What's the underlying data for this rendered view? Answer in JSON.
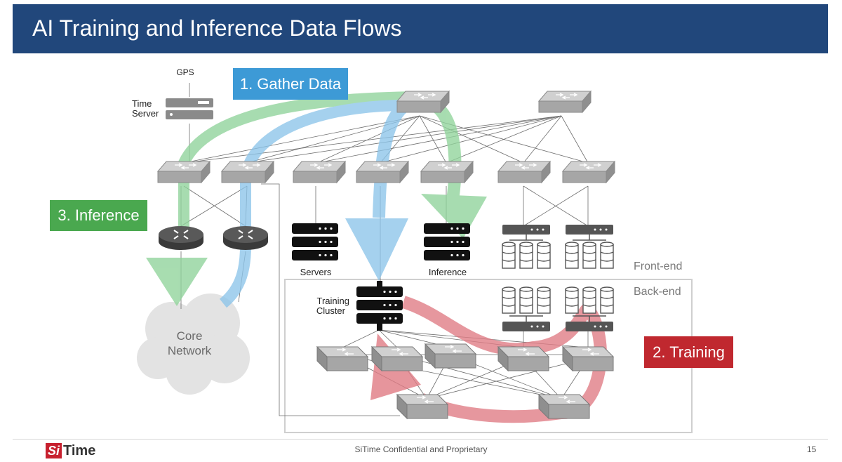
{
  "slide": {
    "title": "AI Training and Inference Data Flows",
    "footer_text": "SiTime Confidential and Proprietary",
    "page_number": "15",
    "logo": {
      "si": "Si",
      "time": "Time"
    }
  },
  "callouts": {
    "gather": {
      "label": "1. Gather Data",
      "color": "#3d9ad6"
    },
    "training": {
      "label": "2. Training",
      "color": "#c0282f"
    },
    "inference": {
      "label": "3. Inference",
      "color": "#4aa84f"
    }
  },
  "labels": {
    "gps": "GPS",
    "time_server": [
      "Time",
      "Server"
    ],
    "core_network": [
      "Core",
      "Network"
    ],
    "servers": "Servers",
    "inference": "Inference",
    "training_cluster": [
      "Training",
      "Cluster"
    ],
    "front_end": "Front-end",
    "back_end": "Back-end"
  },
  "colors": {
    "header": "#21477b",
    "flow_green": "#8fd39a",
    "flow_blue": "#8cc5ea",
    "flow_red": "#e07a83",
    "switch": "#a9a9a9",
    "server": "#1a1a1a",
    "storage": "#5a5a5a"
  },
  "icons": [
    "switch-icon",
    "router-icon",
    "server-rack-icon",
    "storage-icon",
    "cloud-icon",
    "time-server-icon"
  ]
}
